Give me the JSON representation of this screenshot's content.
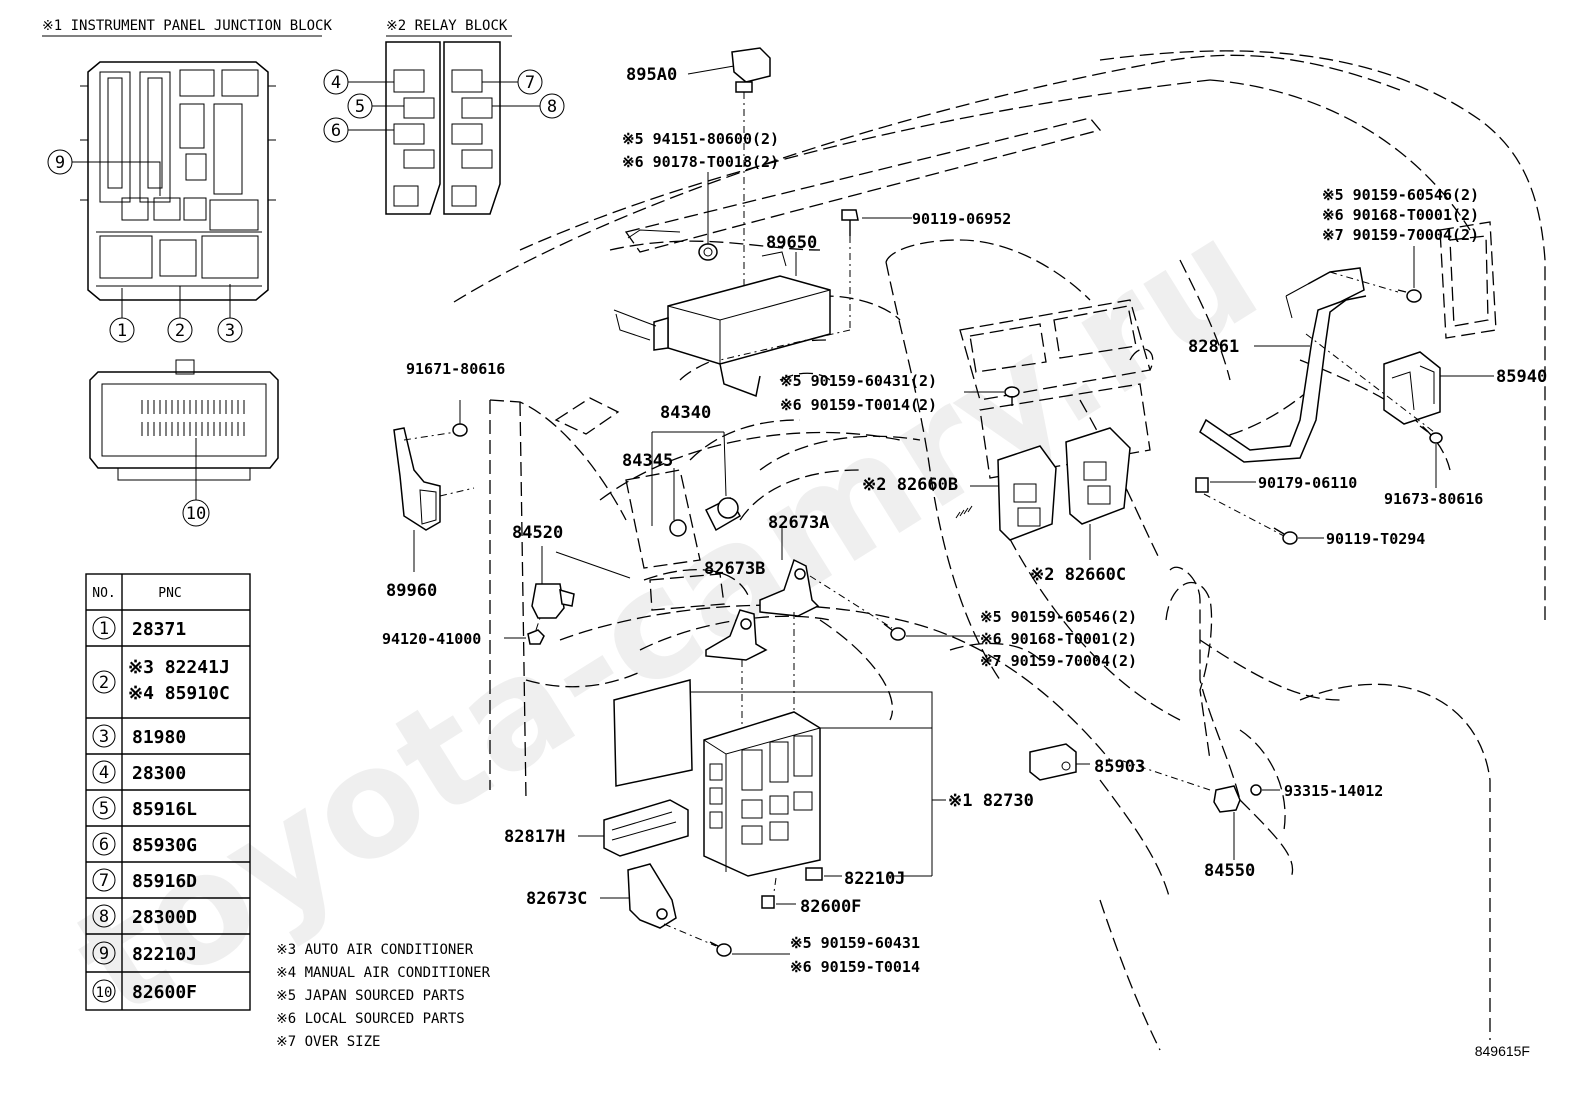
{
  "headers": {
    "junction_block": "※1 INSTRUMENT PANEL JUNCTION BLOCK",
    "relay_block": "※2 RELAY BLOCK"
  },
  "table": {
    "col_no": "NO.",
    "col_pnc": "PNC",
    "rows": [
      {
        "no": "1",
        "pnc": [
          "28371"
        ]
      },
      {
        "no": "2",
        "pnc": [
          "※3 82241J",
          "※4 85910C"
        ]
      },
      {
        "no": "3",
        "pnc": [
          "81980"
        ]
      },
      {
        "no": "4",
        "pnc": [
          "28300"
        ]
      },
      {
        "no": "5",
        "pnc": [
          "85916L"
        ]
      },
      {
        "no": "6",
        "pnc": [
          "85930G"
        ]
      },
      {
        "no": "7",
        "pnc": [
          "85916D"
        ]
      },
      {
        "no": "8",
        "pnc": [
          "28300D"
        ]
      },
      {
        "no": "9",
        "pnc": [
          "82210J"
        ]
      },
      {
        "no": "10",
        "pnc": [
          "82600F"
        ]
      }
    ]
  },
  "notes": [
    "※3 AUTO AIR CONDITIONER",
    "※4 MANUAL AIR CONDITIONER",
    "※5 JAPAN SOURCED PARTS",
    "※6 LOCAL SOURCED PARTS",
    "※7 OVER SIZE"
  ],
  "callouts": {
    "c895A0": "895A0",
    "c94151": "※5 94151-80600(2)",
    "c90178": "※6 90178-T0018(2)",
    "c90119_06952": "90119-06952",
    "c89650": "89650",
    "c91671": "91671-80616",
    "c90159_60431_2": "※5 90159-60431(2)",
    "c90159_T0014_2": "※6 90159-T0014(2)",
    "c84340": "84340",
    "c84345": "84345",
    "c82660B": "※2 82660B",
    "c82673A": "82673A",
    "c84520": "84520",
    "c82673B": "82673B",
    "c82660C": "※2 82660C",
    "c89960": "89960",
    "c94120": "94120-41000",
    "c90159_60546_b": "※5 90159-60546(2)",
    "c90168_b": "※6 90168-T0001(2)",
    "c90159_70004_b": "※7 90159-70004(2)",
    "c90159_60546_a": "※5 90159-60546(2)",
    "c90168_a": "※6 90168-T0001(2)",
    "c90159_70004_a": "※7 90159-70004(2)",
    "c82861": "82861",
    "c85940": "85940",
    "c90179": "90179-06110",
    "c91673": "91673-80616",
    "c90119_T0294": "90119-T0294",
    "c85903": "85903",
    "c82730": "※1 82730",
    "c93315": "93315-14012",
    "c82817H": "82817H",
    "c84550": "84550",
    "c82210J": "82210J",
    "c82673C": "82673C",
    "c82600F": "82600F",
    "c90159_60431": "※5 90159-60431",
    "c90159_T0014": "※6 90159-T0014"
  },
  "circles": {
    "n1": "1",
    "n2": "2",
    "n3": "3",
    "n4": "4",
    "n5": "5",
    "n6": "6",
    "n7": "7",
    "n8": "8",
    "n9": "9",
    "n10": "10"
  },
  "figure_id": "849615F",
  "watermark": "toyota-camry.ru"
}
